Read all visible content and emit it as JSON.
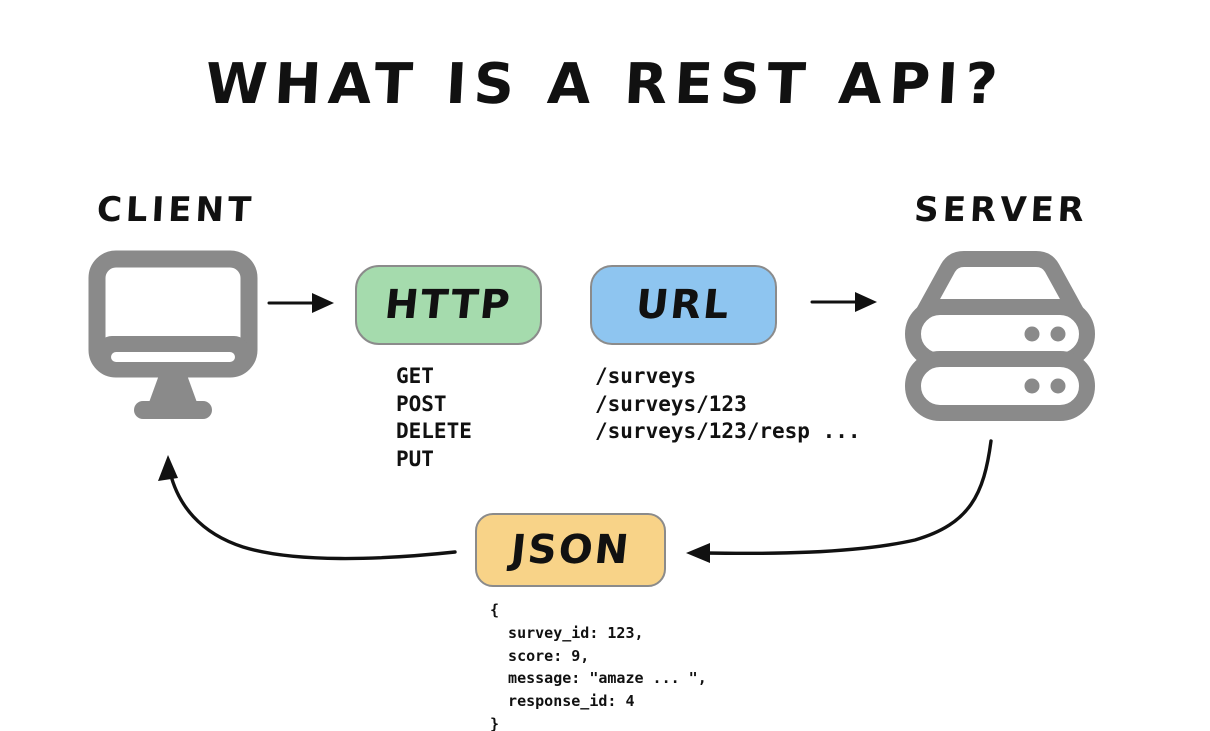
{
  "title": "WHAT IS A REST API?",
  "client": {
    "label": "CLIENT",
    "icon": "monitor-icon"
  },
  "server": {
    "label": "SERVER",
    "icon": "server-stack-icon"
  },
  "http": {
    "label": "HTTP",
    "color": "#a5dbad",
    "methods": [
      "GET",
      "POST",
      "DELETE",
      "PUT"
    ]
  },
  "url": {
    "label": "URL",
    "color": "#8ec5f0",
    "paths": [
      "/surveys",
      "/surveys/123",
      "/surveys/123/resp ..."
    ]
  },
  "json": {
    "label": "JSON",
    "color": "#f8d388",
    "payload": "{\n  survey_id: 123,\n  score: 9,\n  message: \"amaze ... \",\n  response_id: 4\n}"
  },
  "colors": {
    "icon_gray": "#8a8a8a",
    "arrow_black": "#111111",
    "box_border": "#8b8b8b"
  }
}
